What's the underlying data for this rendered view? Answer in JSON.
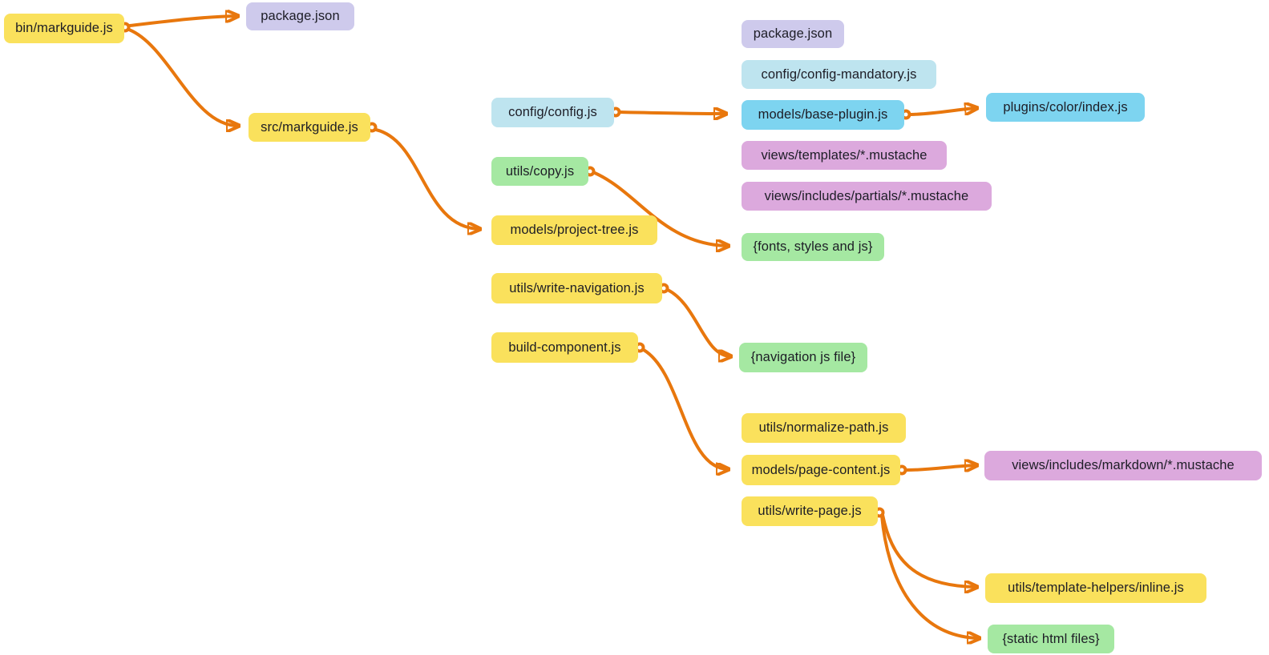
{
  "palette": {
    "yellow": "#FAE15C",
    "lavender": "#CECAEC",
    "paleblue": "#BEE4EF",
    "skyblue": "#7DD4F0",
    "pink": "#DCA9DD",
    "green": "#A5E8A2",
    "edge": "#E8770D",
    "text": "#1D1D26"
  },
  "nodes": [
    {
      "label": "bin/markguide.js",
      "color": "yellow"
    },
    {
      "label": "package.json",
      "color": "lavender"
    },
    {
      "label": "src/markguide.js",
      "color": "yellow"
    },
    {
      "label": "config/config.js",
      "color": "paleblue"
    },
    {
      "label": "utils/copy.js",
      "color": "green"
    },
    {
      "label": "models/project-tree.js",
      "color": "yellow"
    },
    {
      "label": "utils/write-navigation.js",
      "color": "yellow"
    },
    {
      "label": "build-component.js",
      "color": "yellow"
    },
    {
      "label": "package.json",
      "color": "lavender"
    },
    {
      "label": "config/config-mandatory.js",
      "color": "paleblue"
    },
    {
      "label": "models/base-plugin.js",
      "color": "skyblue"
    },
    {
      "label": "plugins/color/index.js",
      "color": "skyblue"
    },
    {
      "label": "views/templates/*.mustache",
      "color": "pink"
    },
    {
      "label": "views/includes/partials/*.mustache",
      "color": "pink"
    },
    {
      "label": "{fonts, styles and js}",
      "color": "green"
    },
    {
      "label": "{navigation js file}",
      "color": "green"
    },
    {
      "label": "utils/normalize-path.js",
      "color": "yellow"
    },
    {
      "label": "models/page-content.js",
      "color": "yellow"
    },
    {
      "label": "views/includes/markdown/*.mustache",
      "color": "pink"
    },
    {
      "label": "utils/write-page.js",
      "color": "yellow"
    },
    {
      "label": "utils/template-helpers/inline.js",
      "color": "yellow"
    },
    {
      "label": "{static html files}",
      "color": "green"
    }
  ],
  "edges": [
    {
      "from": "bin/markguide.js",
      "to": "package.json"
    },
    {
      "from": "bin/markguide.js",
      "to": "src/markguide.js"
    },
    {
      "from": "src/markguide.js",
      "to": "models/project-tree.js"
    },
    {
      "from": "config/config.js",
      "to": "models/base-plugin.js"
    },
    {
      "from": "models/base-plugin.js",
      "to": "plugins/color/index.js"
    },
    {
      "from": "utils/copy.js",
      "to": "{fonts, styles and js}"
    },
    {
      "from": "utils/write-navigation.js",
      "to": "{navigation js file}"
    },
    {
      "from": "build-component.js",
      "to": "models/page-content.js"
    },
    {
      "from": "models/page-content.js",
      "to": "views/includes/markdown/*.mustache"
    },
    {
      "from": "utils/write-page.js",
      "to": "utils/template-helpers/inline.js"
    },
    {
      "from": "utils/write-page.js",
      "to": "{static html files}"
    }
  ]
}
